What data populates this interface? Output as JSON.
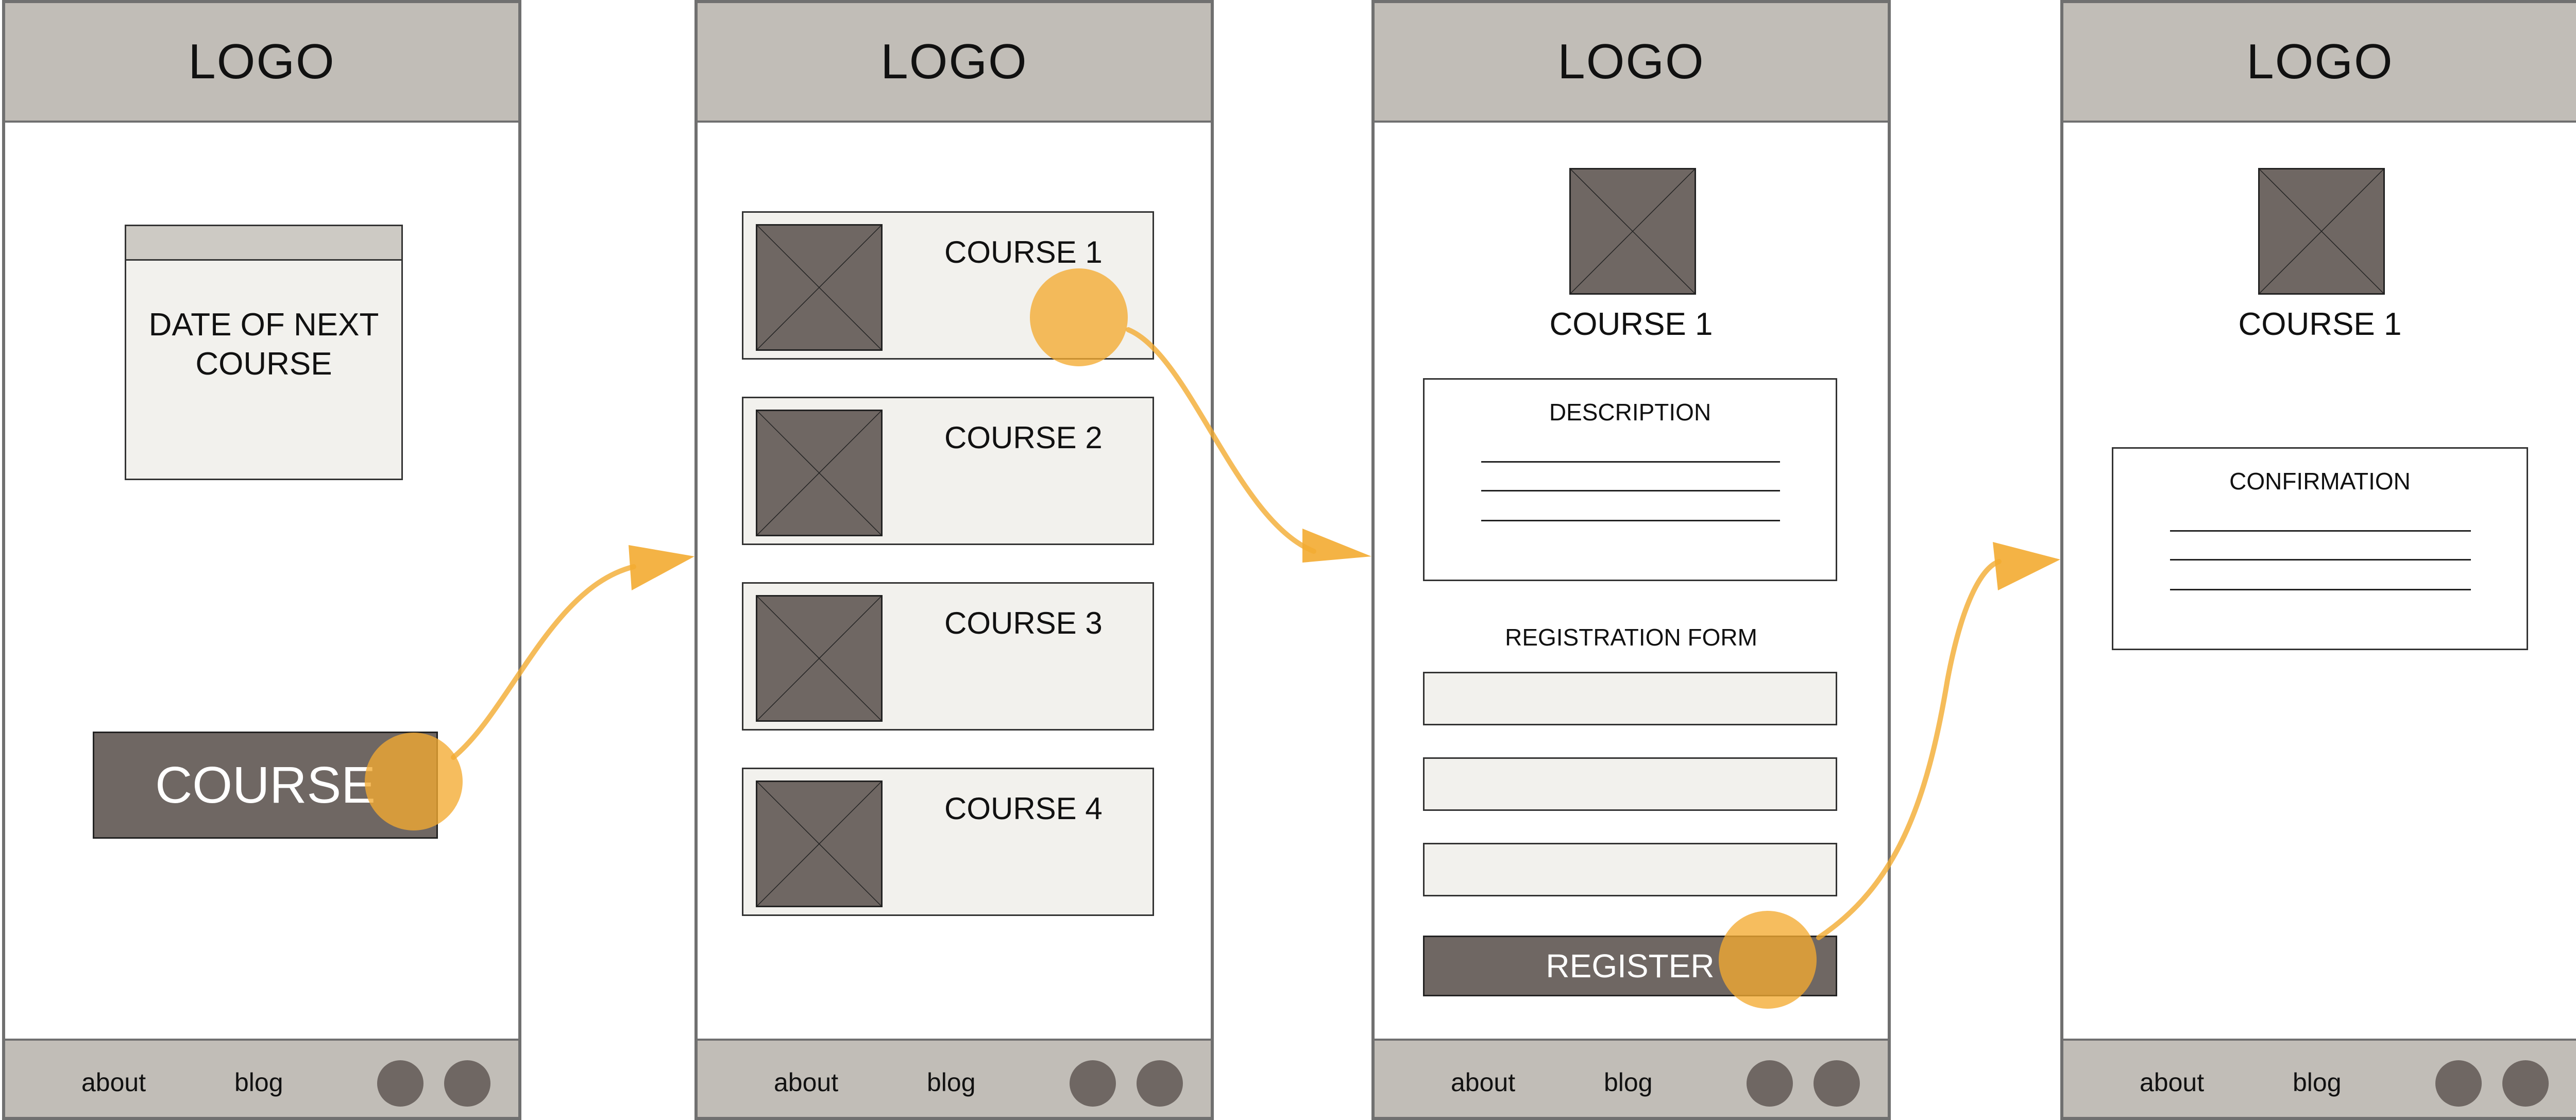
{
  "colors": {
    "header": "#c1bdb7",
    "frame": "#707070",
    "placeholder": "#6f6763",
    "panel": "#f2f1ed",
    "accent": "#f3ab31"
  },
  "screens": [
    {
      "logo": "LOGO",
      "date_panel": "DATE OF NEXT COURSE",
      "course_button": "COURSE",
      "footer": {
        "about": "about",
        "blog": "blog"
      }
    },
    {
      "logo": "LOGO",
      "courses": [
        "COURSE 1",
        "COURSE 2",
        "COURSE 3",
        "COURSE 4"
      ],
      "footer": {
        "about": "about",
        "blog": "blog"
      }
    },
    {
      "logo": "LOGO",
      "course_title": "COURSE 1",
      "description_title": "DESCRIPTION",
      "form_title": "REGISTRATION FORM",
      "register_button": "REGISTER",
      "footer": {
        "about": "about",
        "blog": "blog"
      }
    },
    {
      "logo": "LOGO",
      "course_title": "COURSE 1",
      "confirmation_title": "CONFIRMATION",
      "footer": {
        "about": "about",
        "blog": "blog"
      }
    }
  ]
}
